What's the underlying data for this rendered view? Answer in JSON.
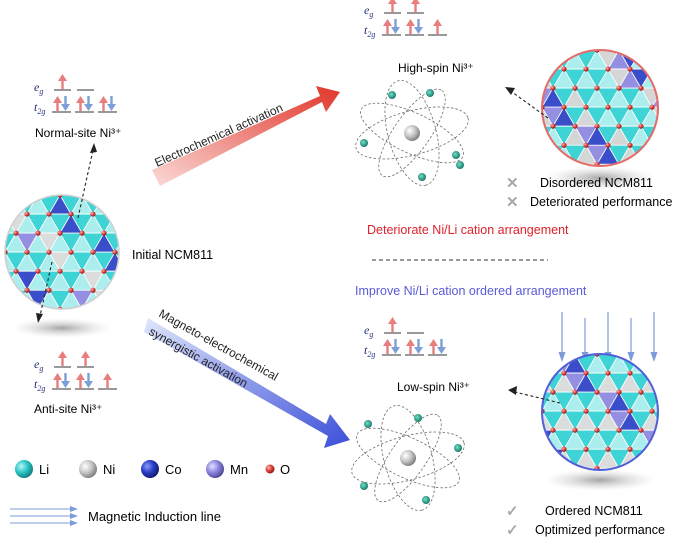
{
  "labels": {
    "normal_site": "Normal-site Ni³⁺",
    "anti_site": "Anti-site Ni³⁺",
    "high_spin": "High-spin Ni³⁺",
    "low_spin": "Low-spin Ni³⁺",
    "initial": "Initial NCM811",
    "electrochemical": "Electrochemical activation",
    "magneto_1": "Magneto-electrochemical",
    "magneto_2": "synergistic activation",
    "deteriorate": "Deteriorate Ni/Li cation arrangement",
    "improve": "Improve Ni/Li cation ordered arrangement",
    "disordered": "Disordered NCM811",
    "deteriorated_perf": "Deteriorated performance",
    "ordered": "Ordered NCM811",
    "optimized_perf": "Optimized performance",
    "eg_e": "e",
    "eg_sub": "g",
    "t2g_t": "t",
    "t2g_sub": "2g"
  },
  "legend": {
    "items": [
      {
        "label": "Li",
        "color": "#2cc7c7"
      },
      {
        "label": "Ni",
        "color": "#b0b0b0"
      },
      {
        "label": "Co",
        "color": "#2a3fc4"
      },
      {
        "label": "Mn",
        "color": "#8d86e0"
      },
      {
        "label": "O",
        "color": "#e0423c"
      }
    ],
    "magnetic_line": "Magnetic Induction line"
  },
  "colors": {
    "red_arrow": "#e0362a",
    "blue_arrow": "#3b4fd8",
    "deteriorate_text": "#e0202a",
    "improve_text": "#5a5ad8",
    "spin_up": "#e87d7d",
    "spin_down": "#7b9fd6",
    "label_blue": "#1f2d7a"
  }
}
